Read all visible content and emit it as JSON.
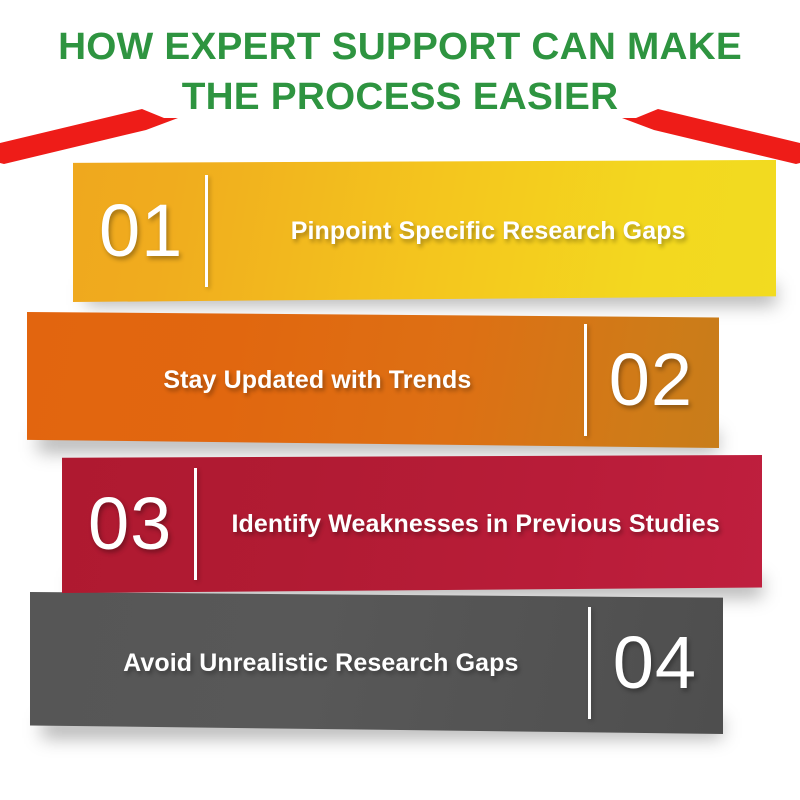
{
  "title": {
    "line1": "HOW EXPERT SUPPORT CAN MAKE",
    "line2": "THE PROCESS EASIER",
    "color": "#2E9440"
  },
  "decorations": {
    "left_wing": "red-arrow-left",
    "right_wing": "red-arrow-right",
    "wing_color": "#EE1C18"
  },
  "steps": [
    {
      "number": "01",
      "label": "Pinpoint Specific Research Gaps",
      "number_side": "left",
      "color_start": "#EFA81E",
      "color_end": "#F2DB20"
    },
    {
      "number": "02",
      "label": "Stay Updated with Trends",
      "number_side": "right",
      "color_start": "#E2650F",
      "color_end": "#C87D1A"
    },
    {
      "number": "03",
      "label": "Identify Weaknesses in Previous Studies",
      "number_side": "left",
      "color_start": "#AF1930",
      "color_end": "#BF1F3E"
    },
    {
      "number": "04",
      "label": "Avoid Unrealistic Research Gaps",
      "number_side": "right",
      "color_start": "#565656",
      "color_end": "#4E4E4E"
    }
  ]
}
